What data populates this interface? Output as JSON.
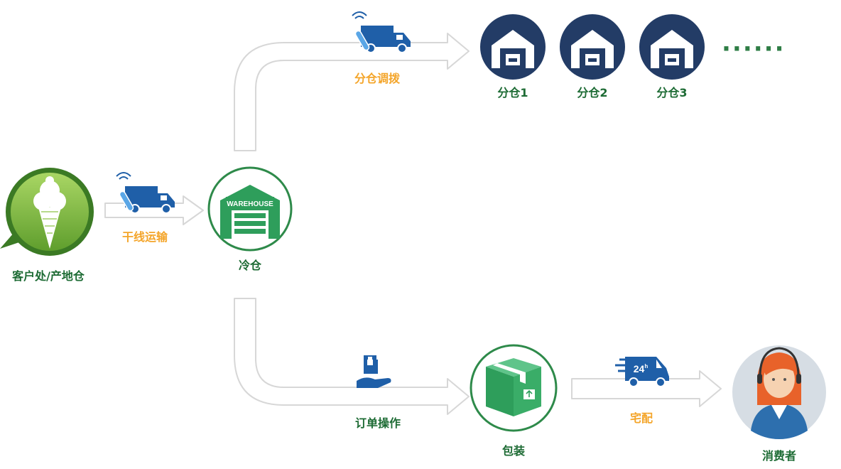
{
  "nodes": {
    "origin": "客户处/产地仓",
    "cold_storage": "冷仓",
    "sub_warehouse_1": "分仓1",
    "sub_warehouse_2": "分仓2",
    "sub_warehouse_3": "分仓3",
    "packaging": "包装",
    "consumer": "消费者"
  },
  "edges": {
    "trunk_transport": "干线运输",
    "sub_warehouse_transfer": "分仓调拨",
    "order_operation": "订单操作",
    "home_delivery": "宅配"
  },
  "icons": {
    "warehouse_sign": "WAREHOUSE",
    "delivery_badge": "24",
    "delivery_badge_unit": "h"
  },
  "more_indicator": "······",
  "colors": {
    "node_green": "#1d6b34",
    "edge_orange": "#f4a52a",
    "truck_blue": "#1f5fa8",
    "warehouse_navy": "#233c66",
    "box_green": "#2e9e5b"
  }
}
